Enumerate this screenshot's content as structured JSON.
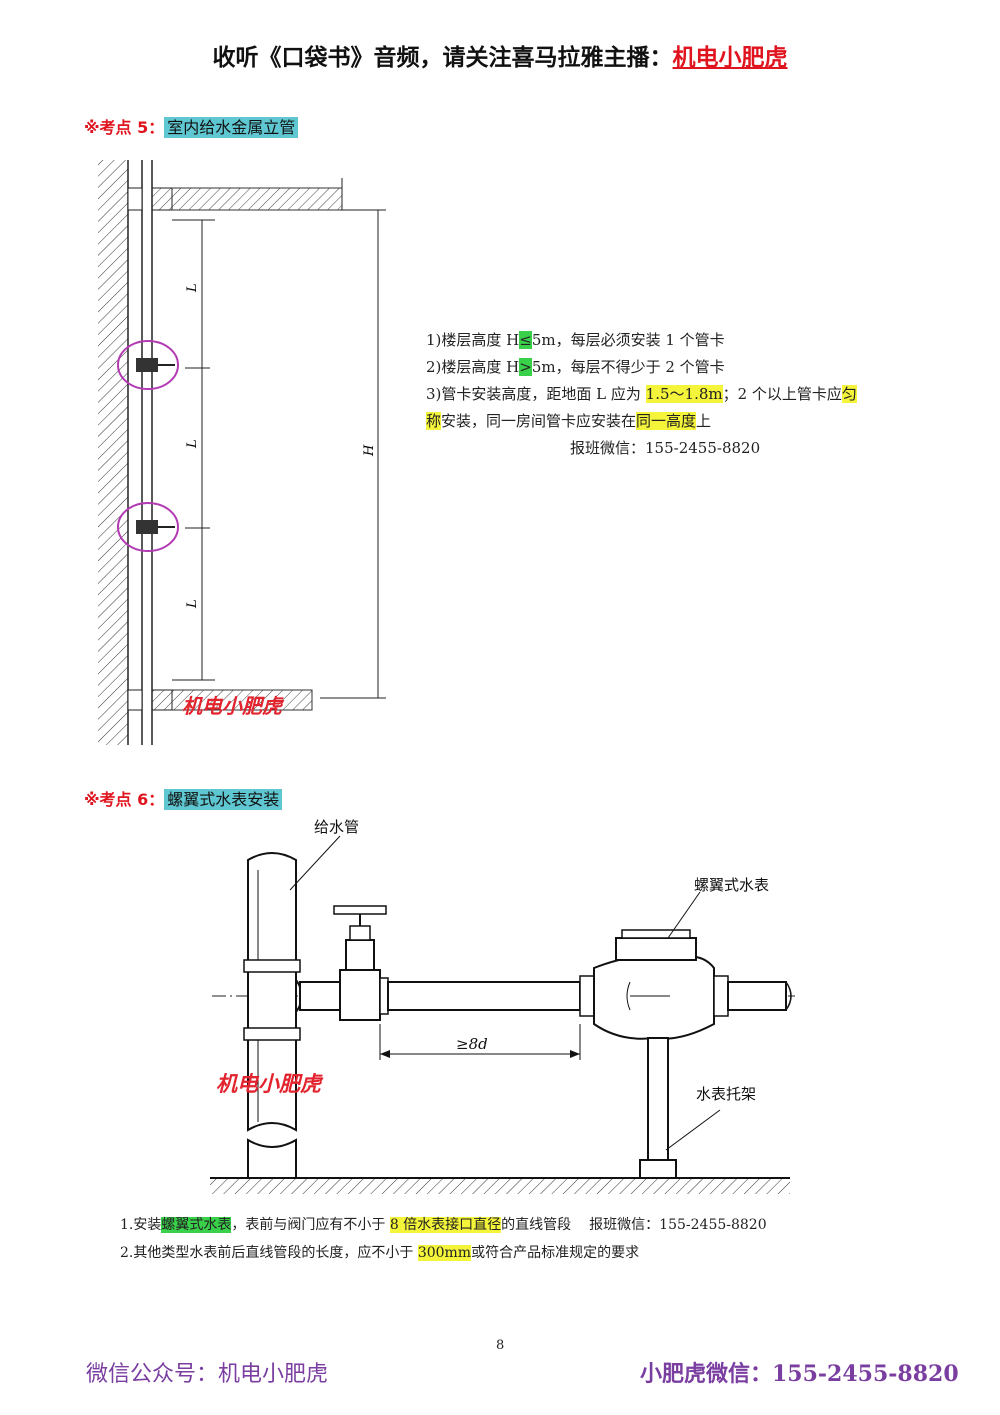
{
  "header": {
    "prefix": "收听《口袋书》音频，请关注喜马拉雅主播：",
    "highlight": "机电小肥虎"
  },
  "point5": {
    "marker": "※考点 5：",
    "title": "室内给水金属立管"
  },
  "point5_notes": {
    "l1_a": "1)楼层高度 H",
    "l1_b": "≤",
    "l1_c": "5m，每层必须安装 1 个管卡",
    "l2_a": "2)楼层高度 H",
    "l2_b": ">",
    "l2_c": "5m，每层不得少于 2 个管卡",
    "l3_a": "3)管卡安装高度，距地面 L 应为 ",
    "l3_b": "1.5～1.8m",
    "l3_c": "；2 个以上管卡应",
    "l3_d": "匀",
    "l4_a": "称",
    "l4_b": "安装，同一房间管卡应安装在",
    "l4_c": "同一高度",
    "l4_d": "上",
    "contact": "报班微信：155-2455-8820"
  },
  "diagram1": {
    "dim_L": "L",
    "dim_H": "H",
    "watermark": "机电小肥虎"
  },
  "point6": {
    "marker": "※考点 6：",
    "title": "螺翼式水表安装"
  },
  "diagram2": {
    "label_pipe": "给水管",
    "label_meter": "螺翼式水表",
    "label_support": "水表托架",
    "dim": "≥8d",
    "watermark": "机电小肥虎"
  },
  "point6_notes": {
    "n1_a": "1.安装",
    "n1_b": "螺翼式水表",
    "n1_c": "，表前与阀门应有不小于 ",
    "n1_d": "8 倍水表接口直径",
    "n1_e": "的直线管段",
    "n1_f": "报班微信：155-2455-8820",
    "n2_a": "2.其他类型水表前后直线管段的长度，应不小于 ",
    "n2_b": "300mm",
    "n2_c": "或符合产品标准规定的要求"
  },
  "page_number": "8",
  "footer": {
    "left": "微信公众号：机电小肥虎",
    "right": "小肥虎微信：155-2455-8820"
  },
  "colors": {
    "accent_red": "#e0141e",
    "topic_bg": "#5fc7d1",
    "highlight_green": "#39d04a",
    "highlight_yellow": "#f4f43a",
    "footer_purple": "#7a3ea0"
  }
}
